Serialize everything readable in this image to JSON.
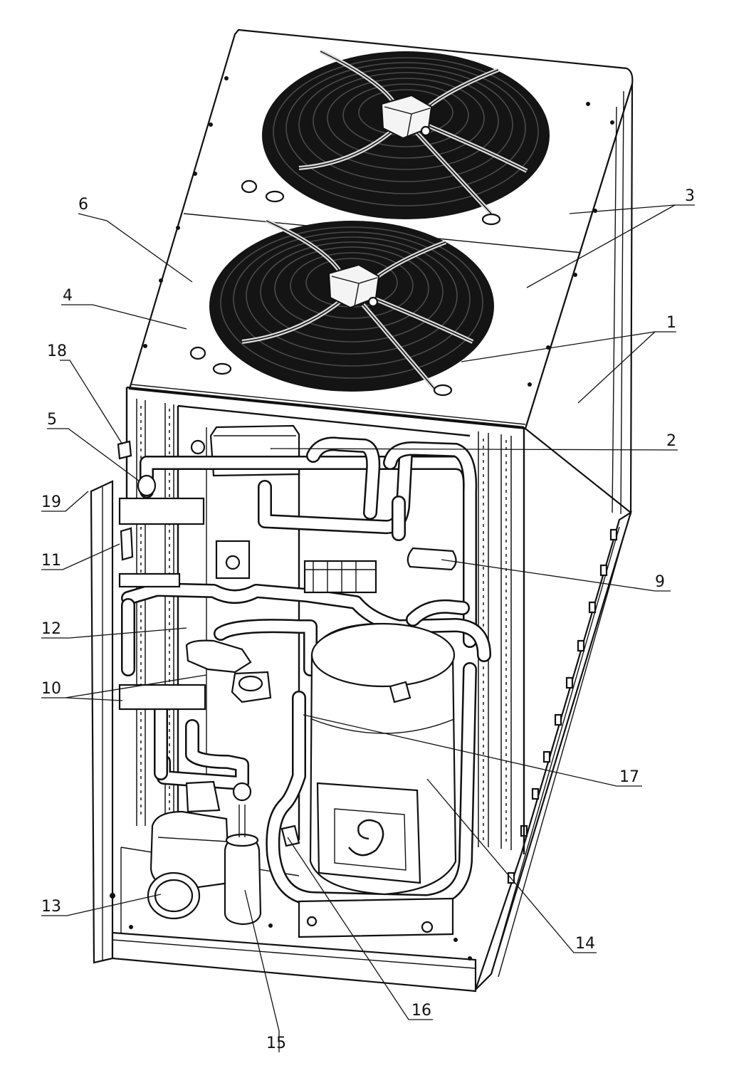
{
  "callouts": [
    {
      "id": "c1",
      "label": "1"
    },
    {
      "id": "c2",
      "label": "2"
    },
    {
      "id": "c3",
      "label": "3"
    },
    {
      "id": "c4",
      "label": "4"
    },
    {
      "id": "c5",
      "label": "5"
    },
    {
      "id": "c6",
      "label": "6"
    },
    {
      "id": "c9",
      "label": "9"
    },
    {
      "id": "c10",
      "label": "10"
    },
    {
      "id": "c11",
      "label": "11"
    },
    {
      "id": "c12",
      "label": "12"
    },
    {
      "id": "c13",
      "label": "13"
    },
    {
      "id": "c14",
      "label": "14"
    },
    {
      "id": "c15",
      "label": "15"
    },
    {
      "id": "c16",
      "label": "16"
    },
    {
      "id": "c17",
      "label": "17"
    },
    {
      "id": "c18",
      "label": "18"
    },
    {
      "id": "c19",
      "label": "19"
    }
  ],
  "colors": {
    "ink": "#111111",
    "paper": "#ffffff",
    "fan": "#141414"
  }
}
